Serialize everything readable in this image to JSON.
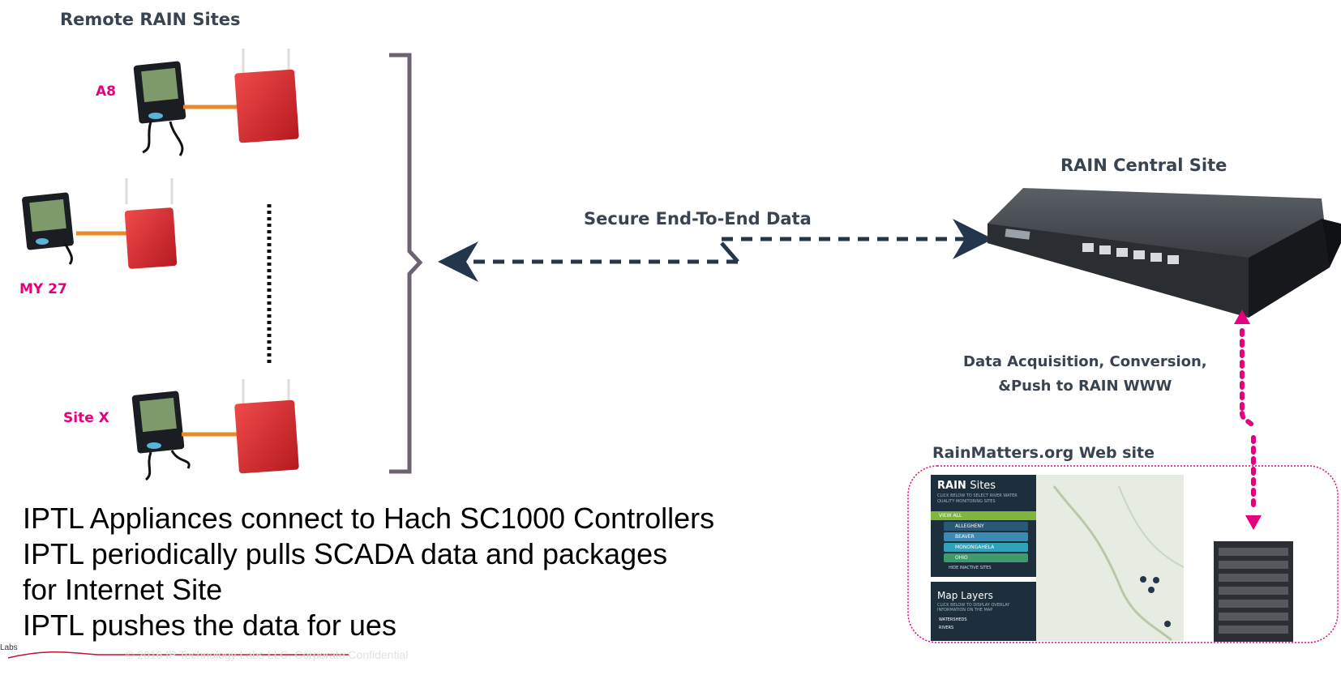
{
  "remote_sites": {
    "title": "Remote RAIN Sites",
    "sites": [
      "A8",
      "MY 27",
      "Site X"
    ]
  },
  "central": {
    "title": "RAIN Central Site"
  },
  "secure_link": {
    "label": "Secure End-To-End Data"
  },
  "acquisition": {
    "line1": "Data Acquisition, Conversion,",
    "line2": "&Push to RAIN WWW"
  },
  "website": {
    "title": "RainMatters.org Web site",
    "panel_title": "RAIN",
    "panel_title_suffix": "Sites",
    "panel_sub": "CLICK BELOW TO SELECT RIVER WATER QUALITY MONITORING SITES",
    "view_all": "VIEW ALL",
    "rivers": [
      "ALLEGHENY",
      "BEAVER",
      "MONONGAHELA",
      "OHIO"
    ],
    "hide_inactive": "HIDE INACTIVE SITES",
    "map_layers": "Map Layers",
    "map_layers_sub": "CLICK BELOW TO DISPLAY OVERLAY INFORMATION ON THE MAP",
    "layer_items": [
      "WATERSHEDS",
      "RIVERS"
    ]
  },
  "description": [
    "IPTL Appliances connect to Hach SC1000 Controllers",
    "IPTL periodically pulls SCADA data and packages",
    "for Internet Site",
    "IPTL pushes the data for ues"
  ],
  "footer": "© 2016 IP Technology Labs LLC. Corporate Confidential",
  "logo_text": "Labs",
  "colors": {
    "pink": "#e6007e",
    "navy": "#24364b",
    "bracket": "#6b6272",
    "device_red": "#e0262e"
  }
}
